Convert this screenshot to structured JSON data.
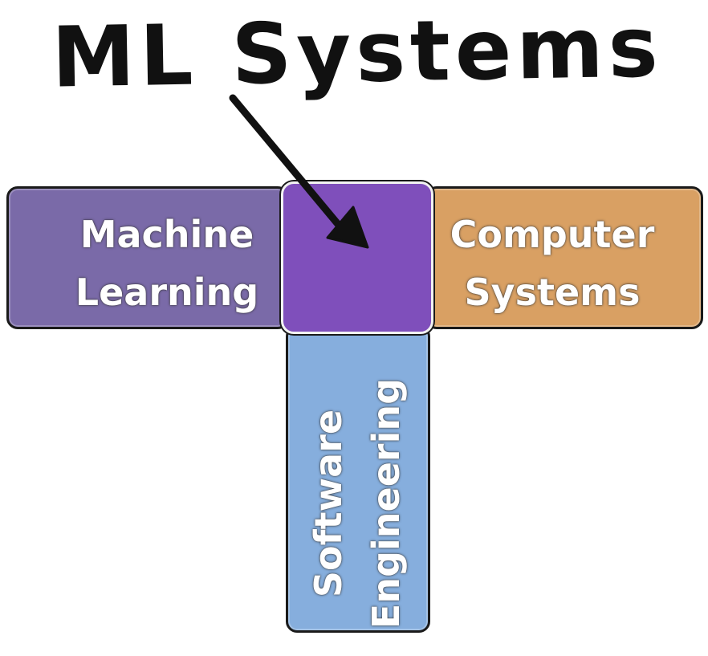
{
  "diagram": {
    "title": "ML Systems",
    "machine_learning": {
      "line1": "Machine",
      "line2": "Learning",
      "color": "#7a6aa8"
    },
    "computer_systems": {
      "line1": "Computer",
      "line2": "Systems",
      "color": "#d9a063"
    },
    "software_engineering": {
      "line1": "Software",
      "line2": "Engineering",
      "color": "#86aedd"
    },
    "intersection_color": "#7f4fbb"
  }
}
